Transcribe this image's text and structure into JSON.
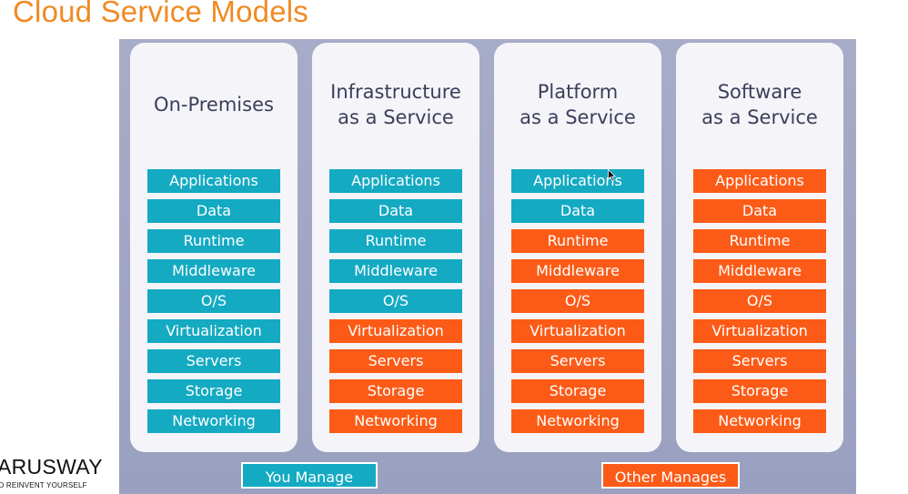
{
  "title": "Cloud Service Models",
  "colors": {
    "title": "#f08a24",
    "you_manage": "#14aac2",
    "other_manages": "#fb5b17",
    "slide_bg": "#a7acc8",
    "card_bg": "#f5f4f8"
  },
  "columns": [
    {
      "title": "On-Premises",
      "layers": [
        {
          "label": "Applications",
          "managed_by": "you"
        },
        {
          "label": "Data",
          "managed_by": "you"
        },
        {
          "label": "Runtime",
          "managed_by": "you"
        },
        {
          "label": "Middleware",
          "managed_by": "you"
        },
        {
          "label": "O/S",
          "managed_by": "you"
        },
        {
          "label": "Virtualization",
          "managed_by": "you"
        },
        {
          "label": "Servers",
          "managed_by": "you"
        },
        {
          "label": "Storage",
          "managed_by": "you"
        },
        {
          "label": "Networking",
          "managed_by": "you"
        }
      ]
    },
    {
      "title": "Infrastructure\nas a Service",
      "layers": [
        {
          "label": "Applications",
          "managed_by": "you"
        },
        {
          "label": "Data",
          "managed_by": "you"
        },
        {
          "label": "Runtime",
          "managed_by": "you"
        },
        {
          "label": "Middleware",
          "managed_by": "you"
        },
        {
          "label": "O/S",
          "managed_by": "you"
        },
        {
          "label": "Virtualization",
          "managed_by": "other"
        },
        {
          "label": "Servers",
          "managed_by": "other"
        },
        {
          "label": "Storage",
          "managed_by": "other"
        },
        {
          "label": "Networking",
          "managed_by": "other"
        }
      ]
    },
    {
      "title": "Platform\nas a Service",
      "layers": [
        {
          "label": "Applications",
          "managed_by": "you"
        },
        {
          "label": "Data",
          "managed_by": "you"
        },
        {
          "label": "Runtime",
          "managed_by": "other"
        },
        {
          "label": "Middleware",
          "managed_by": "other"
        },
        {
          "label": "O/S",
          "managed_by": "other"
        },
        {
          "label": "Virtualization",
          "managed_by": "other"
        },
        {
          "label": "Servers",
          "managed_by": "other"
        },
        {
          "label": "Storage",
          "managed_by": "other"
        },
        {
          "label": "Networking",
          "managed_by": "other"
        }
      ]
    },
    {
      "title": "Software\nas a Service",
      "layers": [
        {
          "label": "Applications",
          "managed_by": "other"
        },
        {
          "label": "Data",
          "managed_by": "other"
        },
        {
          "label": "Runtime",
          "managed_by": "other"
        },
        {
          "label": "Middleware",
          "managed_by": "other"
        },
        {
          "label": "O/S",
          "managed_by": "other"
        },
        {
          "label": "Virtualization",
          "managed_by": "other"
        },
        {
          "label": "Servers",
          "managed_by": "other"
        },
        {
          "label": "Storage",
          "managed_by": "other"
        },
        {
          "label": "Networking",
          "managed_by": "other"
        }
      ]
    }
  ],
  "legend": {
    "you_manage": "You Manage",
    "other_manages": "Other Manages"
  },
  "logo": {
    "main": "ARUSWAY",
    "tagline": "O REINVENT YOURSELF"
  },
  "cursor_icon": "mouse-pointer-icon"
}
